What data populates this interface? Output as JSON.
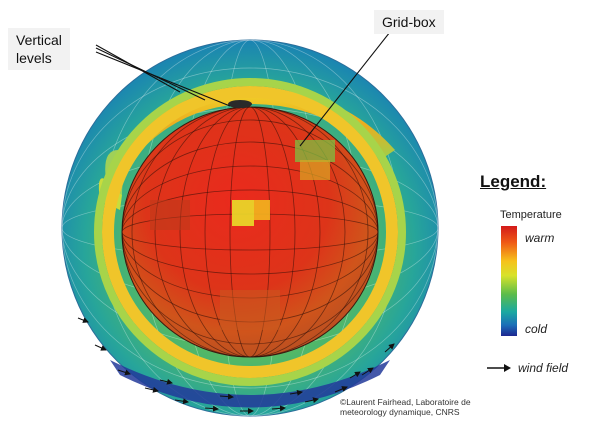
{
  "labels": {
    "vertical_levels_line1": "Vertical",
    "vertical_levels_line2": "levels",
    "grid_box": "Grid-box"
  },
  "legend": {
    "title": "Legend:",
    "temperature_label": "Temperature",
    "warm_label": "warm",
    "cold_label": "cold",
    "wind_label": "wind field"
  },
  "credit": {
    "line1": "©Laurent Fairhead, Laboratoire de",
    "line2": "meteorology dynamique, CNRS"
  },
  "colors": {
    "warm": "#d31a1a",
    "orange": "#ef5a15",
    "yellow": "#f6c21b",
    "green": "#5cbc4a",
    "teal": "#1ba9a1",
    "blue": "#1b6fb8",
    "cold": "#1d2690"
  }
}
